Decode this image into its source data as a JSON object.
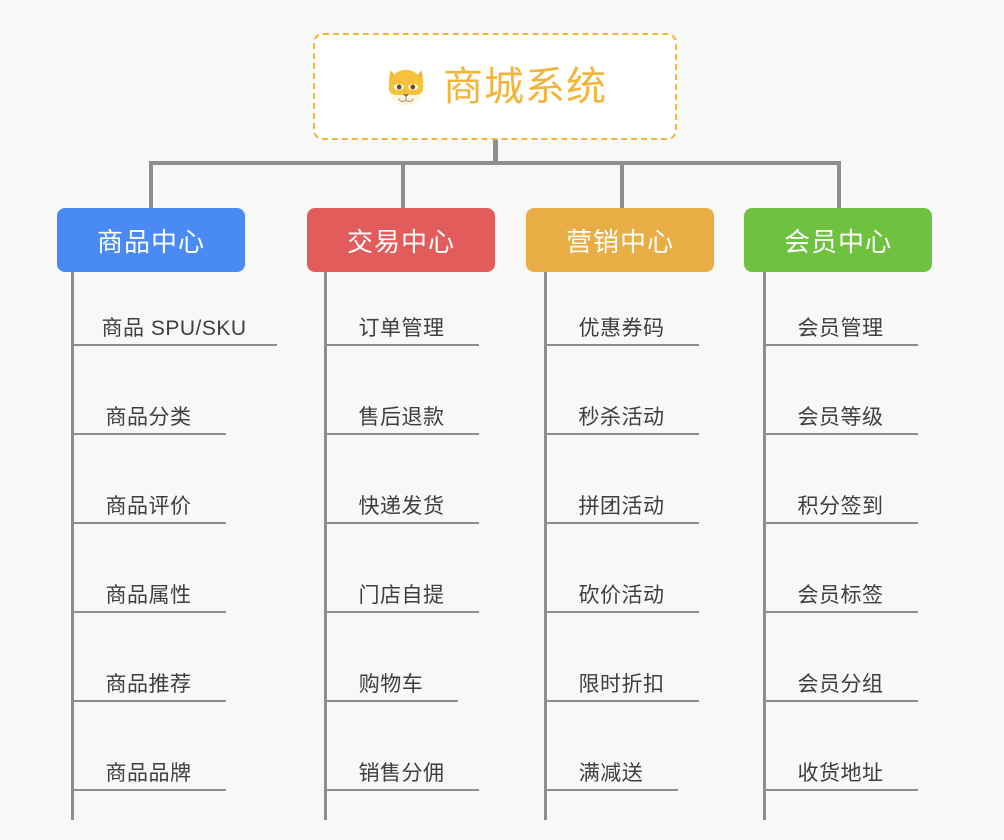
{
  "diagram": {
    "title": "商城系统",
    "root_icon": "shiba-dog-icon",
    "background_color": "#f8f8f8",
    "root_border_color": "#f2b53c",
    "root_text_color": "#f2b53c",
    "connector_color": "#8e8e8e",
    "leaf_text_color": "#3c3f41",
    "branches": [
      {
        "label": "商品中心",
        "color": "#4a8af4",
        "items": [
          "商品 SPU/SKU",
          "商品分类",
          "商品评价",
          "商品属性",
          "商品推荐",
          "商品品牌"
        ]
      },
      {
        "label": "交易中心",
        "color": "#e25c5c",
        "items": [
          "订单管理",
          "售后退款",
          "快递发货",
          "门店自提",
          "购物车",
          "销售分佣"
        ]
      },
      {
        "label": "营销中心",
        "color": "#e9ad45",
        "items": [
          "优惠券码",
          "秒杀活动",
          "拼团活动",
          "砍价活动",
          "限时折扣",
          "满减送"
        ]
      },
      {
        "label": "会员中心",
        "color": "#6fc23f",
        "items": [
          "会员管理",
          "会员等级",
          "积分签到",
          "会员标签",
          "会员分组",
          "收货地址"
        ]
      }
    ]
  }
}
